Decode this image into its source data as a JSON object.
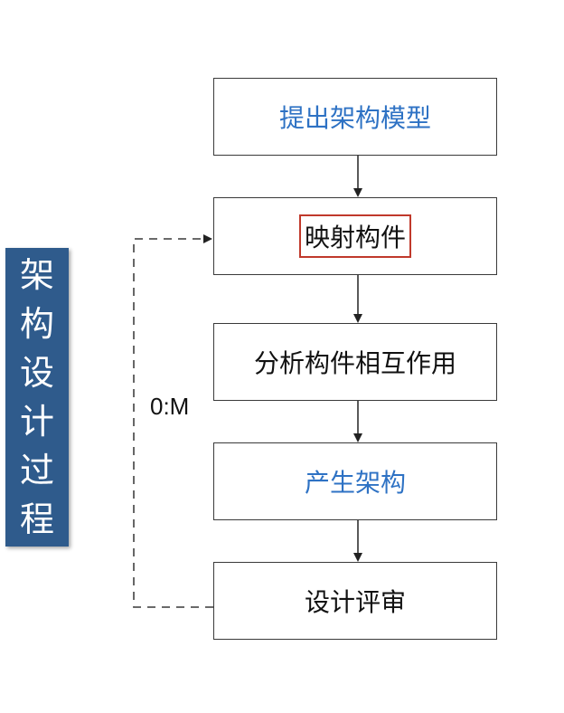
{
  "side_title": [
    "架",
    "构",
    "设",
    "计",
    "过",
    "程"
  ],
  "steps": [
    {
      "label": "提出架构模型",
      "color": "#2e72c4"
    },
    {
      "label": "映射构件",
      "color": "#111111",
      "highlighted": true
    },
    {
      "label": "分析构件相互作用",
      "color": "#111111"
    },
    {
      "label": "产生架构",
      "color": "#2e72c4"
    },
    {
      "label": "设计评审",
      "color": "#111111"
    }
  ],
  "loop": {
    "label": "0:M"
  },
  "colors": {
    "banner": "#2f5b8c",
    "accent_text": "#2e72c4",
    "highlight_border": "#c0392b"
  }
}
